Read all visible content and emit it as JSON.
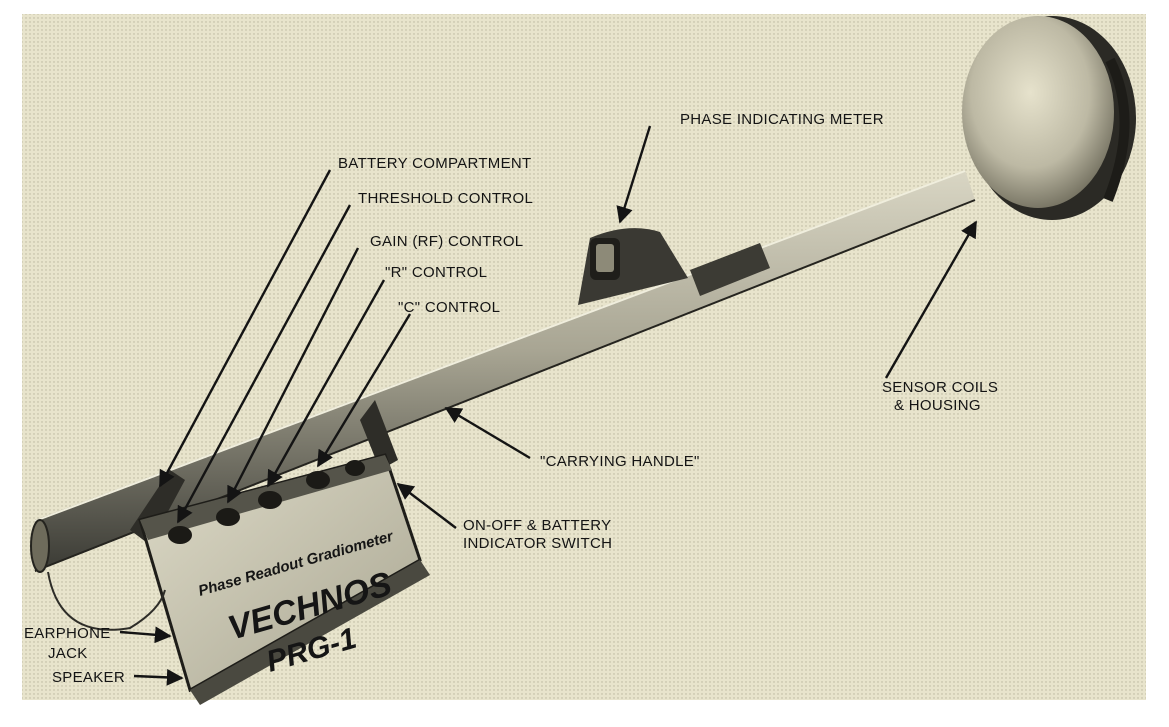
{
  "labels": {
    "battery_compartment": "BATTERY COMPARTMENT",
    "threshold_control": "THRESHOLD CONTROL",
    "gain_control": "GAIN (RF) CONTROL",
    "r_control": "\"R\" CONTROL",
    "c_control": "\"C\" CONTROL",
    "phase_meter": "PHASE INDICATING METER",
    "sensor_line1": "SENSOR COILS",
    "sensor_line2": "& HOUSING",
    "carrying_handle": "\"CARRYING HANDLE\"",
    "onoff_line1": "ON-OFF & BATTERY",
    "onoff_line2": "INDICATOR SWITCH",
    "earphone_line1": "EARPHONE",
    "earphone_line2": "JACK",
    "speaker": "SPEAKER"
  },
  "device": {
    "panel_text": "Phase Readout Gradiometer",
    "brand": "VECHNOS",
    "model": "PRG-1"
  },
  "colors": {
    "paper": "#e7e3cb",
    "ink": "#141414"
  }
}
